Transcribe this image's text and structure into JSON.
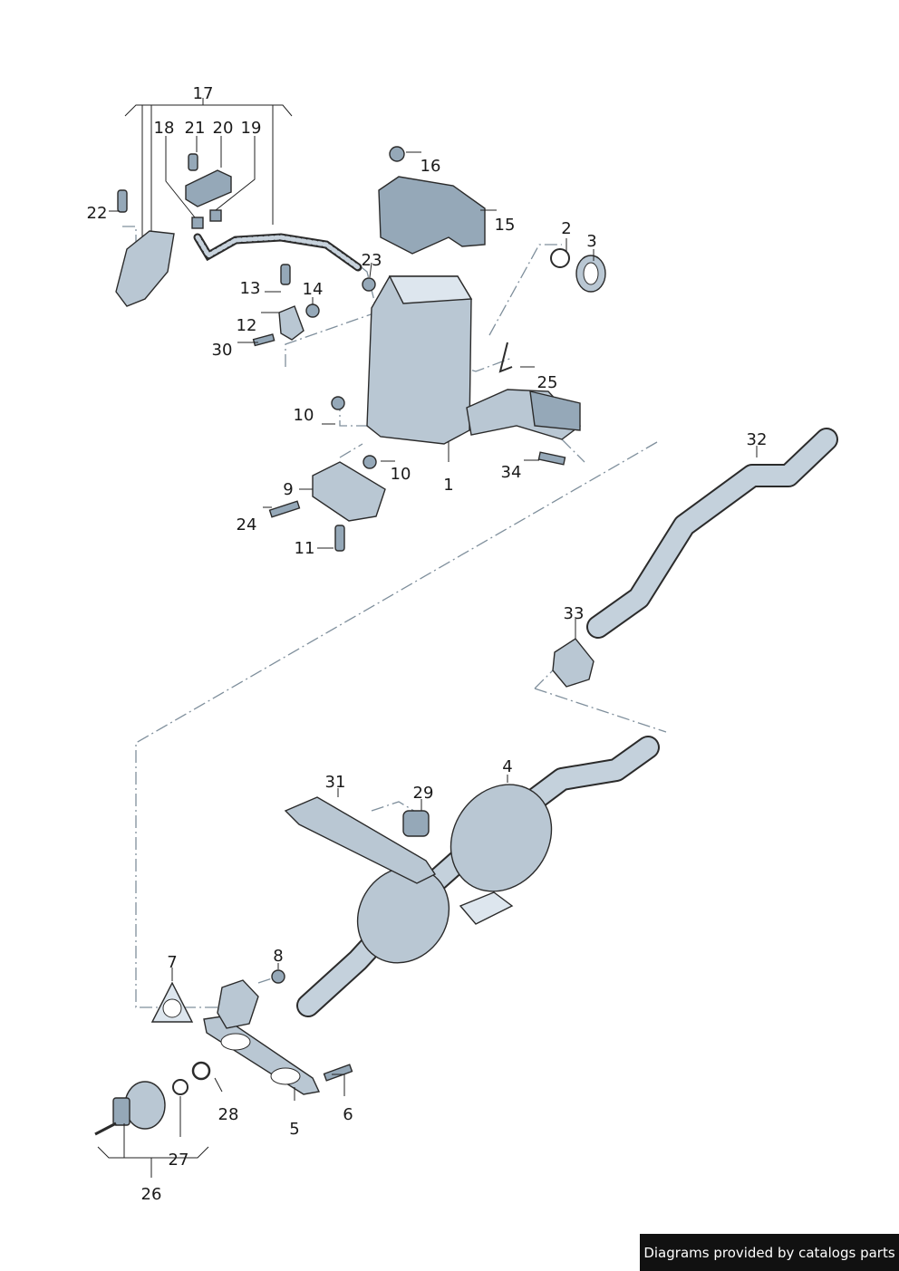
{
  "callouts": [
    {
      "num": "1"
    },
    {
      "num": "2"
    },
    {
      "num": "3"
    },
    {
      "num": "4"
    },
    {
      "num": "5"
    },
    {
      "num": "6"
    },
    {
      "num": "7"
    },
    {
      "num": "8"
    },
    {
      "num": "9"
    },
    {
      "num": "10"
    },
    {
      "num": "10"
    },
    {
      "num": "11"
    },
    {
      "num": "12"
    },
    {
      "num": "13"
    },
    {
      "num": "14"
    },
    {
      "num": "15"
    },
    {
      "num": "16"
    },
    {
      "num": "17"
    },
    {
      "num": "18"
    },
    {
      "num": "19"
    },
    {
      "num": "20"
    },
    {
      "num": "21"
    },
    {
      "num": "22"
    },
    {
      "num": "23"
    },
    {
      "num": "24"
    },
    {
      "num": "25"
    },
    {
      "num": "26"
    },
    {
      "num": "27"
    },
    {
      "num": "28"
    },
    {
      "num": "29"
    },
    {
      "num": "30"
    },
    {
      "num": "31"
    },
    {
      "num": "32"
    },
    {
      "num": "33"
    },
    {
      "num": "34"
    }
  ],
  "footer": {
    "credit": "Diagrams provided by catalogs parts"
  },
  "colors": {
    "metal": "#b9c7d3",
    "outline": "#2b2b2b",
    "guide": "#7f8f9c"
  }
}
